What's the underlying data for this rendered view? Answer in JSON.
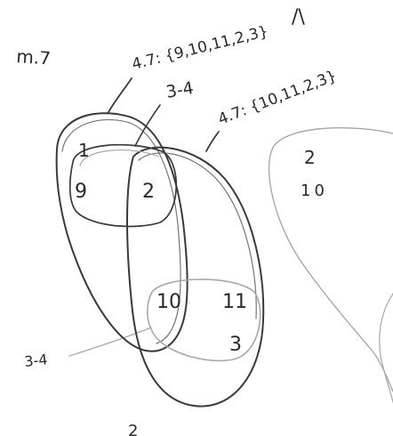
{
  "header": {
    "note": "m.7",
    "tick": "/\\"
  },
  "sets": {
    "left_label": "4.7: {9,10,11,2,3}",
    "right_label": "4.7: {10,11,2,3}",
    "top_relation": "3-4",
    "bottom_relation": "3-4"
  },
  "elements": {
    "top_left_mark": "1",
    "n9": "9",
    "n2": "2",
    "n10": "10",
    "n11": "11",
    "n3": "3",
    "side_2": "2",
    "side_10": "10"
  },
  "footer": {
    "mark": "2"
  }
}
